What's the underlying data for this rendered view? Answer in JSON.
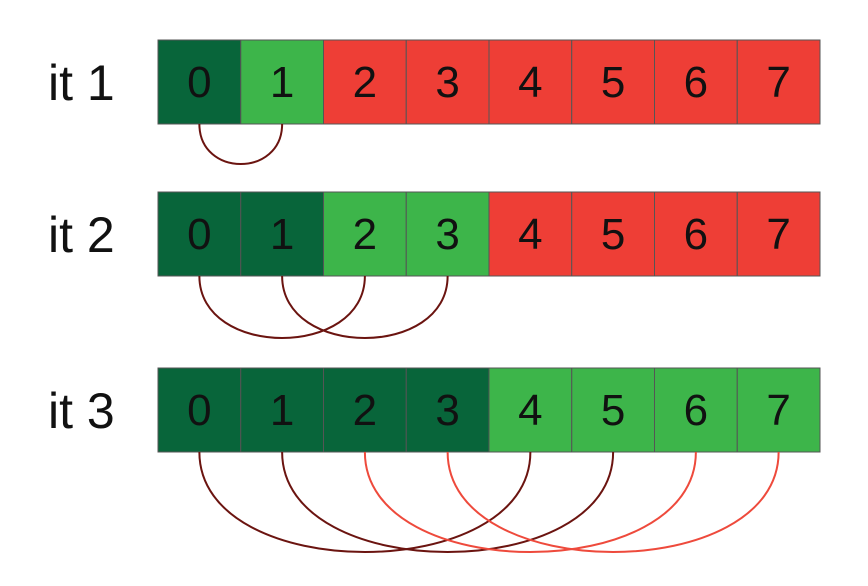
{
  "colors": {
    "done": "#08653a",
    "active": "#3db54a",
    "pending": "#ee3e36",
    "arc_dark": "#6b1410",
    "arc_light": "#ee4a3c"
  },
  "rows": [
    {
      "label": "it 1",
      "cells": [
        {
          "text": "0",
          "state": "done"
        },
        {
          "text": "1",
          "state": "active"
        },
        {
          "text": "2",
          "state": "pending"
        },
        {
          "text": "3",
          "state": "pending"
        },
        {
          "text": "4",
          "state": "pending"
        },
        {
          "text": "5",
          "state": "pending"
        },
        {
          "text": "6",
          "state": "pending"
        },
        {
          "text": "7",
          "state": "pending"
        }
      ],
      "arcs": [
        {
          "from": 0,
          "to": 1,
          "tone": "dark"
        }
      ]
    },
    {
      "label": "it 2",
      "cells": [
        {
          "text": "0",
          "state": "done"
        },
        {
          "text": "1",
          "state": "done"
        },
        {
          "text": "2",
          "state": "active"
        },
        {
          "text": "3",
          "state": "active"
        },
        {
          "text": "4",
          "state": "pending"
        },
        {
          "text": "5",
          "state": "pending"
        },
        {
          "text": "6",
          "state": "pending"
        },
        {
          "text": "7",
          "state": "pending"
        }
      ],
      "arcs": [
        {
          "from": 0,
          "to": 2,
          "tone": "dark"
        },
        {
          "from": 1,
          "to": 3,
          "tone": "dark"
        }
      ]
    },
    {
      "label": "it 3",
      "cells": [
        {
          "text": "0",
          "state": "done"
        },
        {
          "text": "1",
          "state": "done"
        },
        {
          "text": "2",
          "state": "done"
        },
        {
          "text": "3",
          "state": "done"
        },
        {
          "text": "4",
          "state": "active"
        },
        {
          "text": "5",
          "state": "active"
        },
        {
          "text": "6",
          "state": "active"
        },
        {
          "text": "7",
          "state": "active"
        }
      ],
      "arcs": [
        {
          "from": 0,
          "to": 4,
          "tone": "dark"
        },
        {
          "from": 1,
          "to": 5,
          "tone": "dark"
        },
        {
          "from": 2,
          "to": 6,
          "tone": "light"
        },
        {
          "from": 3,
          "to": 7,
          "tone": "light"
        }
      ]
    }
  ]
}
